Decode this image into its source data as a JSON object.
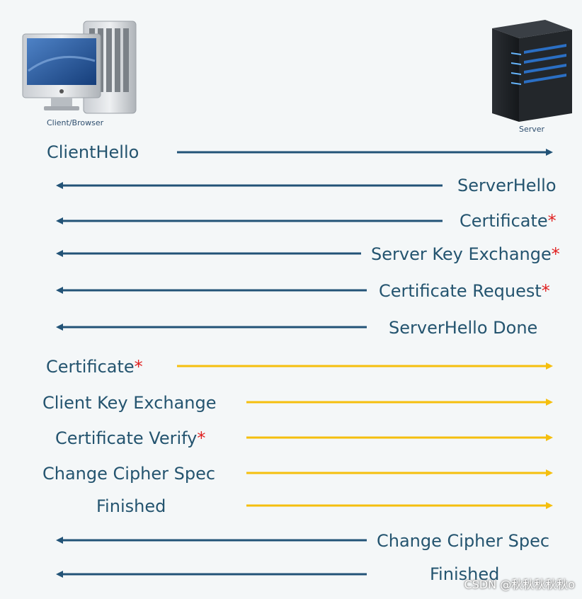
{
  "participants": {
    "client": {
      "label": "Client/Browser",
      "icon": "computer-icon"
    },
    "server": {
      "label": "Server",
      "icon": "server-icon"
    }
  },
  "colors": {
    "server_to_client": "#225377",
    "client_to_server": "#f5bf0e",
    "label_text": "#24546f",
    "required_star": "#e02020"
  },
  "messages": [
    {
      "id": "client-hello",
      "label": "ClientHello",
      "starred": false,
      "direction": "client-to-server",
      "arrow_color": "#225377"
    },
    {
      "id": "server-hello",
      "label": "ServerHello",
      "starred": false,
      "direction": "server-to-client",
      "arrow_color": "#225377"
    },
    {
      "id": "certificate-server",
      "label": "Certificate",
      "starred": true,
      "direction": "server-to-client",
      "arrow_color": "#225377"
    },
    {
      "id": "server-key-exchange",
      "label": "Server Key Exchange",
      "starred": true,
      "direction": "server-to-client",
      "arrow_color": "#225377"
    },
    {
      "id": "certificate-request",
      "label": "Certificate Request",
      "starred": true,
      "direction": "server-to-client",
      "arrow_color": "#225377"
    },
    {
      "id": "serverhello-done",
      "label": "ServerHello Done",
      "starred": false,
      "direction": "server-to-client",
      "arrow_color": "#225377"
    },
    {
      "id": "certificate-client",
      "label": "Certificate",
      "starred": true,
      "direction": "client-to-server",
      "arrow_color": "#f5bf0e"
    },
    {
      "id": "client-key-exchange",
      "label": "Client Key Exchange",
      "starred": false,
      "direction": "client-to-server",
      "arrow_color": "#f5bf0e"
    },
    {
      "id": "certificate-verify",
      "label": "Certificate Verify",
      "starred": true,
      "direction": "client-to-server",
      "arrow_color": "#f5bf0e"
    },
    {
      "id": "change-cipher-spec-client",
      "label": "Change Cipher Spec",
      "starred": false,
      "direction": "client-to-server",
      "arrow_color": "#f5bf0e"
    },
    {
      "id": "finished-client",
      "label": "Finished",
      "starred": false,
      "direction": "client-to-server",
      "arrow_color": "#f5bf0e"
    },
    {
      "id": "change-cipher-spec-server",
      "label": "Change Cipher Spec",
      "starred": false,
      "direction": "server-to-client",
      "arrow_color": "#225377"
    },
    {
      "id": "finished-server",
      "label": "Finished",
      "starred": false,
      "direction": "server-to-client",
      "arrow_color": "#225377"
    }
  ],
  "star_symbol": "*",
  "watermark": "CSDN @秋秋秋秋秋o"
}
